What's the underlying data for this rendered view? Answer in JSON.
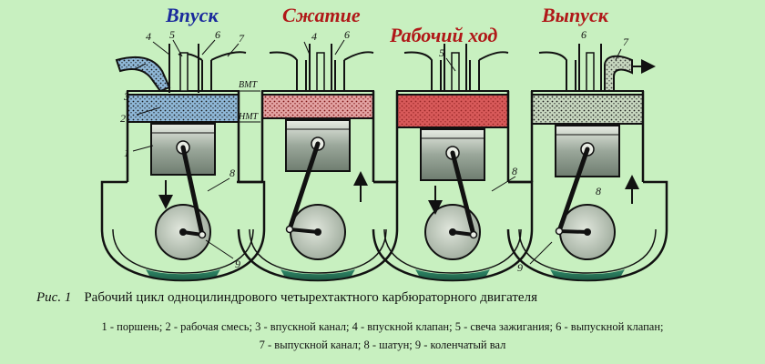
{
  "strokes": [
    {
      "title": "Впуск",
      "color": "#1a2a9c",
      "fill": "#8fb8d8"
    },
    {
      "title": "Сжатие",
      "color": "#b01818",
      "fill": "#e3a3a3"
    },
    {
      "title": "Рабочий ход",
      "color": "#b01818",
      "fill": "#d85a5a"
    },
    {
      "title": "Выпуск",
      "color": "#b01818",
      "fill": "#c8d8c0"
    }
  ],
  "markers": {
    "tdc": "ВМТ",
    "bdc": "НМТ"
  },
  "labels": {
    "n1": "1",
    "n2": "2",
    "n3": "3",
    "n4": "4",
    "n5": "5",
    "n6": "6",
    "n7": "7",
    "n8": "8",
    "n9": "9"
  },
  "caption": {
    "figure": "Рис. 1",
    "text": "Рабочий цикл одноцилиндрового четырехтактного карбюраторного двигателя"
  },
  "legend": {
    "line1": "1 - поршень; 2 - рабочая смесь; 3 - впускной канал; 4 - впускной клапан; 5 - свеча зажигания; 6 - выпускной клапан;",
    "line2": "7 - выпускной канал; 8 - шатун; 9 - коленчатый вал"
  }
}
